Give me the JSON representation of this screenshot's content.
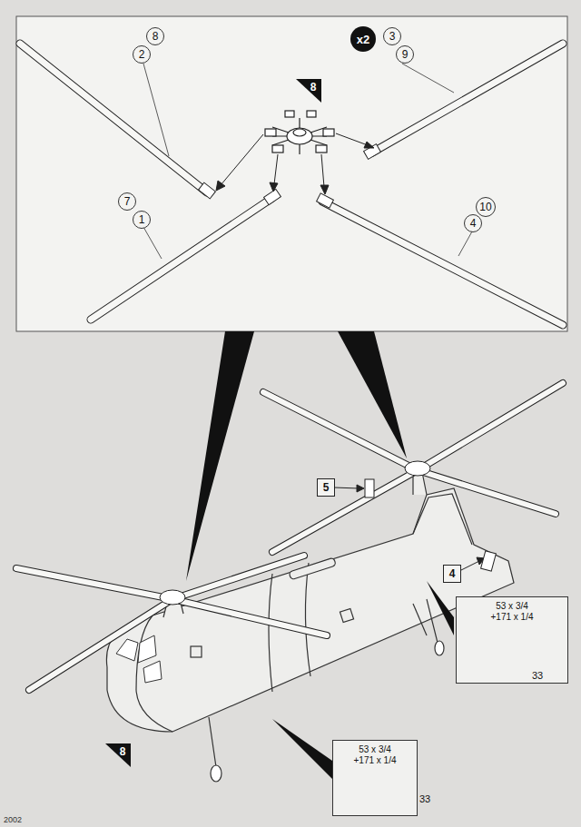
{
  "diagram": {
    "nodes": [
      {
        "text": [
          "x2"
        ]
      },
      {
        "text": [
          "8"
        ]
      },
      {
        "text": [
          "2"
        ]
      },
      {
        "text": [
          "3"
        ]
      },
      {
        "text": [
          "9"
        ]
      },
      {
        "text": [
          "8"
        ]
      },
      {
        "text": [
          "7"
        ]
      },
      {
        "text": [
          "1"
        ]
      },
      {
        "text": [
          "10"
        ]
      },
      {
        "text": [
          "4"
        ]
      },
      {
        "text": [
          "5"
        ]
      },
      {
        "text": [
          "4"
        ]
      },
      {
        "text": [
          "53 x 3/4",
          "+171 x 1/4"
        ]
      },
      {
        "text": [
          "8"
        ]
      },
      {
        "text": [
          "53 x 3/4",
          "+171 x 1/4"
        ]
      }
    ],
    "labels": [
      "33",
      "33",
      "2002"
    ]
  }
}
